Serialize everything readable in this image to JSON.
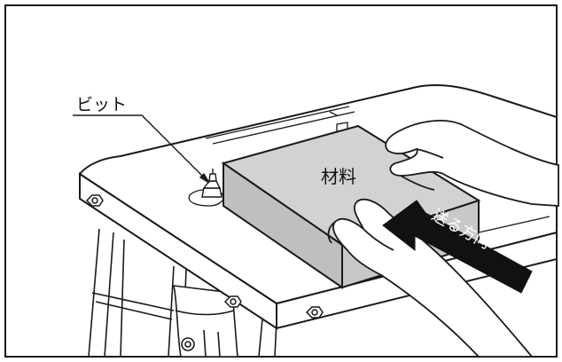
{
  "labels": {
    "bit": "ビット",
    "material": "材料",
    "feed_direction": "送る方向"
  },
  "colors": {
    "line": "#1a1a1a",
    "material_fill": "#d2d2d2",
    "material_side": "#bfbfbf",
    "arrow_fill": "#111111",
    "arrow_text": "#ffffff",
    "background": "#ffffff"
  }
}
